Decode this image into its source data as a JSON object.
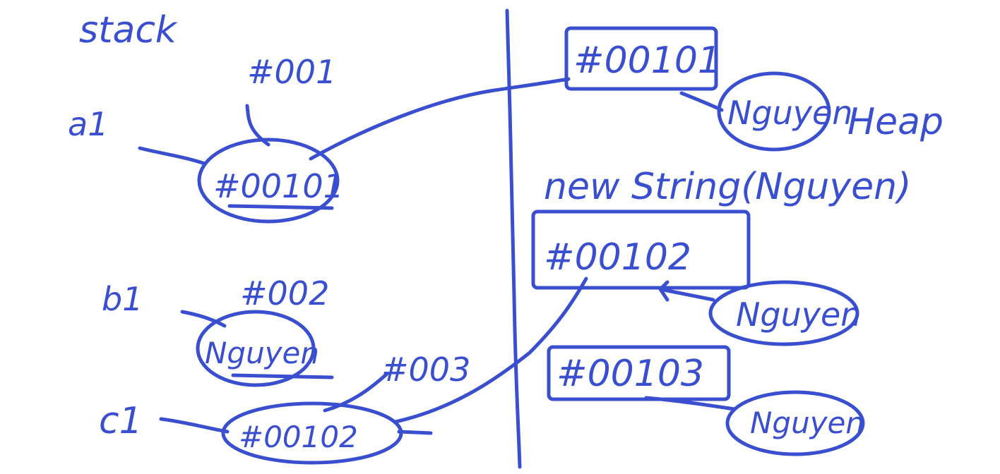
{
  "stack_title": "stack",
  "variables": {
    "a1": {
      "name": "a1",
      "address": "#001",
      "value": "#00101"
    },
    "b1": {
      "name": "b1",
      "address": "#002",
      "value": "Nguyen"
    },
    "c1": {
      "name": "c1",
      "address": "#003",
      "value": "#00102"
    }
  },
  "heap": {
    "title": "Heap",
    "objects": [
      {
        "address": "#00101",
        "value": "Nguyen"
      },
      {
        "address": "#00102",
        "value": "Nguyen"
      },
      {
        "address": "#00103",
        "value": "Nguyen"
      }
    ],
    "constructor_note": "new String(Nguyen)"
  },
  "colors": {
    "ink": "#3a4fd0",
    "background": "#ffffff"
  }
}
